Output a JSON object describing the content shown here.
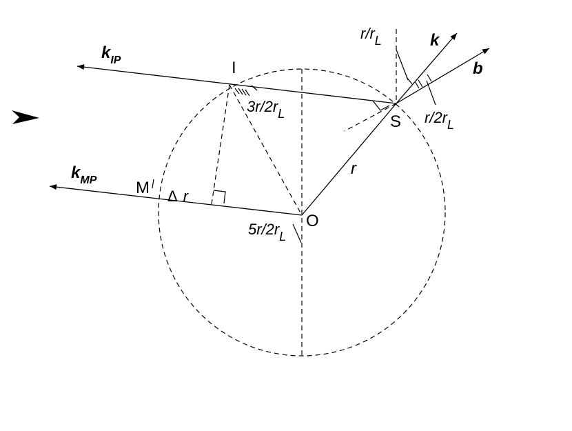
{
  "labels": {
    "k_ip": {
      "main": "k",
      "sub": "IP"
    },
    "k_mp": {
      "main": "k",
      "sub": "MP"
    },
    "k": {
      "main": "k"
    },
    "b": {
      "main": "b"
    },
    "point_i": "I",
    "point_m": "M",
    "point_s": "S",
    "point_o": "O",
    "radius": "r",
    "delta_r": {
      "symbol": "Δ",
      "var": "r"
    },
    "angle_r_rl": {
      "main": "r/r",
      "sub": "L"
    },
    "angle_r_2rl": {
      "main": "r/2r",
      "sub": "L"
    },
    "angle_3r_2rl": {
      "main": "3r/2r",
      "sub": "L"
    },
    "angle_5r_2rl": {
      "main": "5r/2r",
      "sub": "L"
    }
  },
  "colors": {
    "stroke": "#000000",
    "background": "#ffffff"
  },
  "icons": {
    "pointer": "arrowhead-pointer-icon"
  }
}
